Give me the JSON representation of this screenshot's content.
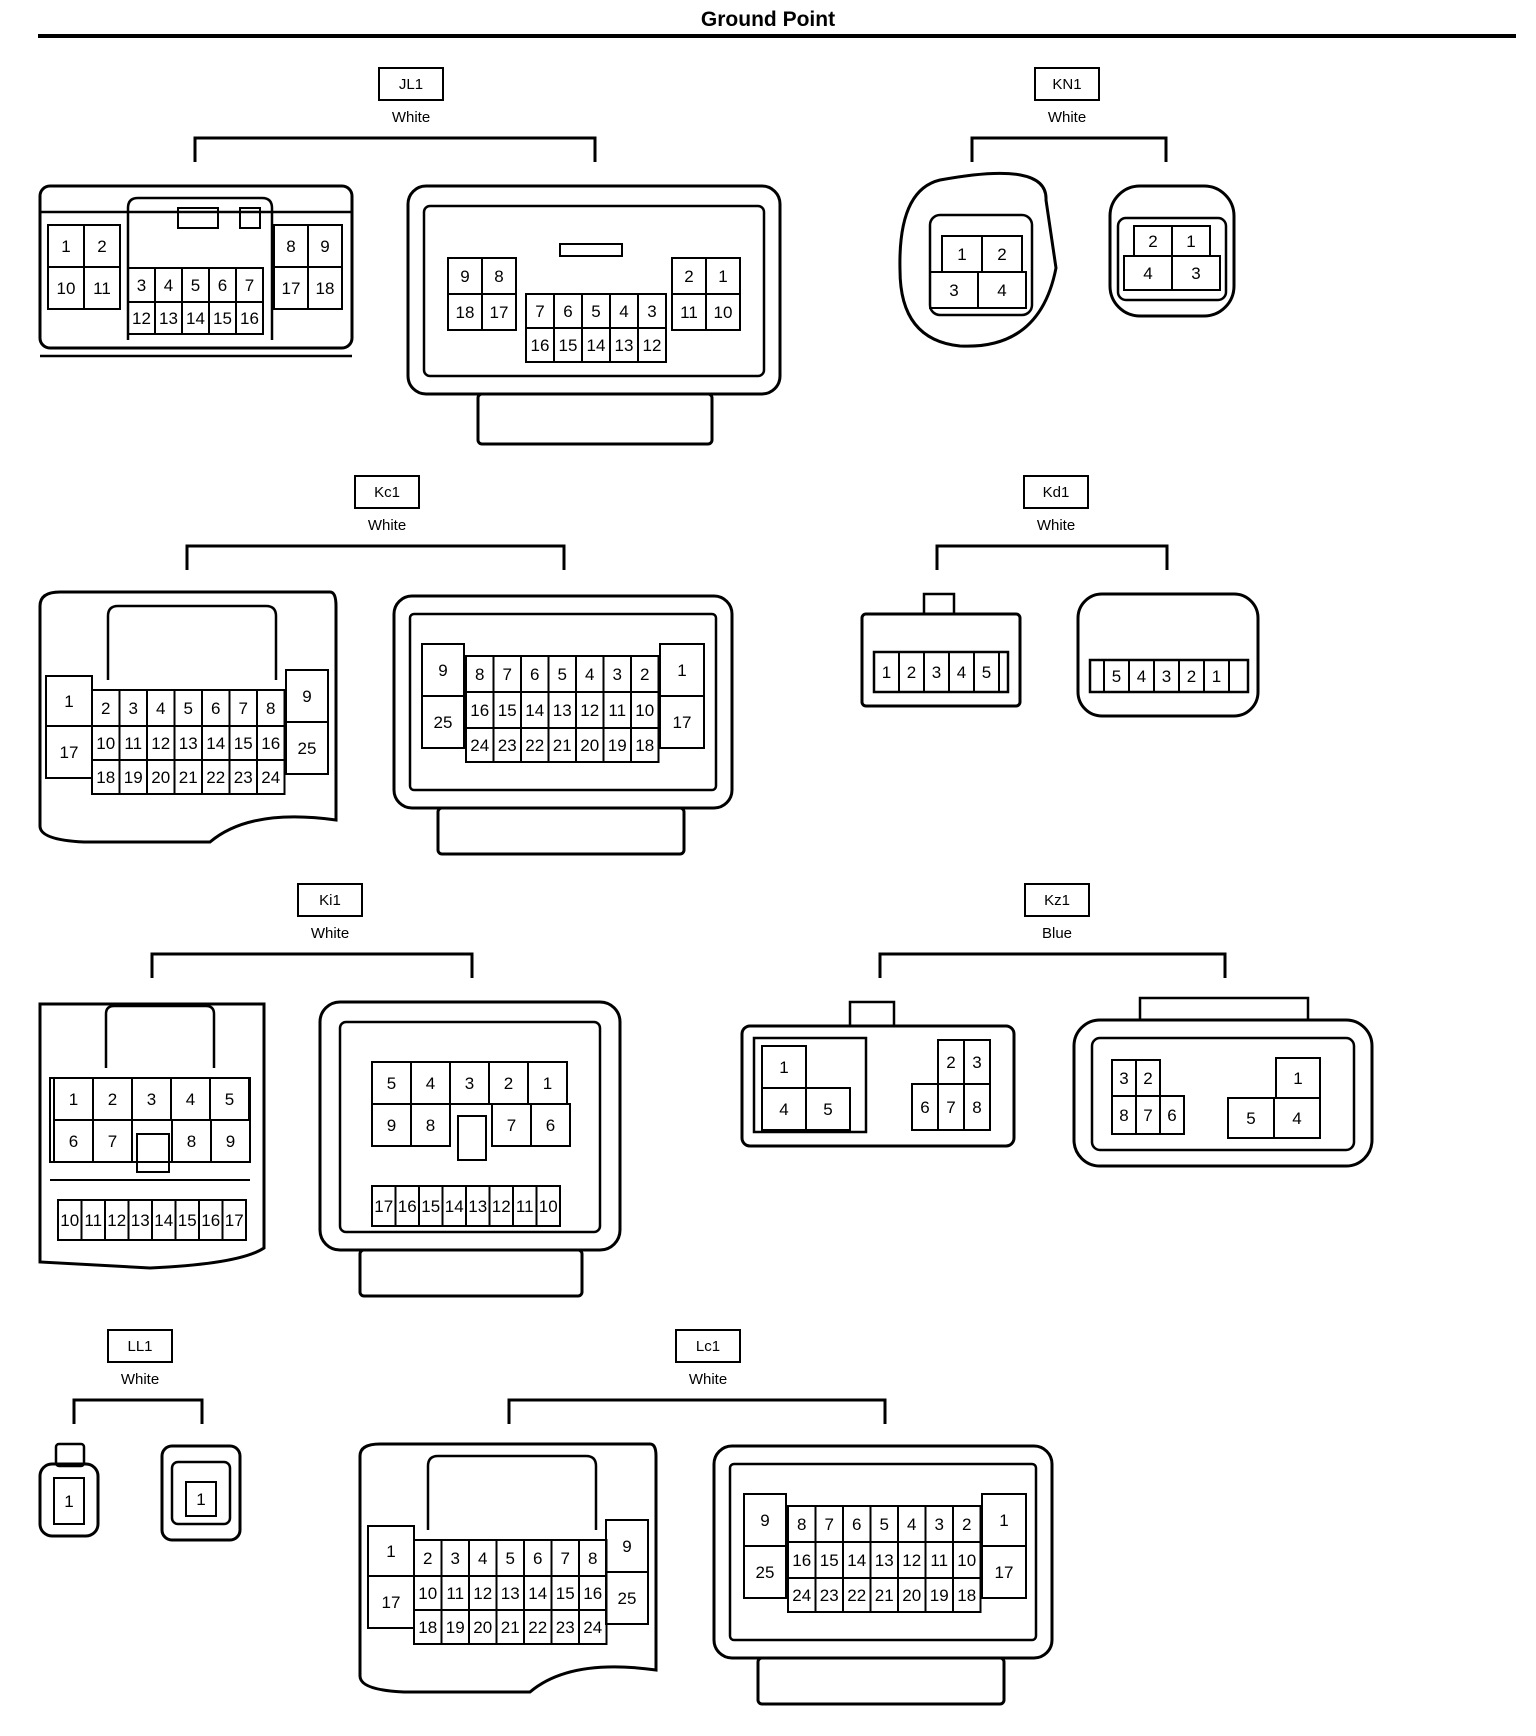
{
  "title": "Ground Point",
  "connectors": [
    {
      "id": "JL1",
      "color": "White",
      "male": [
        "1",
        "2",
        "10",
        "11",
        "3",
        "4",
        "5",
        "6",
        "7",
        "12",
        "13",
        "14",
        "15",
        "16",
        "8",
        "9",
        "17",
        "18"
      ],
      "female": [
        "9",
        "8",
        "18",
        "17",
        "7",
        "6",
        "5",
        "4",
        "3",
        "16",
        "15",
        "14",
        "13",
        "12",
        "2",
        "1",
        "11",
        "10"
      ]
    },
    {
      "id": "KN1",
      "color": "White",
      "male": [
        "1",
        "2",
        "3",
        "4"
      ],
      "female": [
        "2",
        "1",
        "4",
        "3"
      ]
    },
    {
      "id": "Kc1",
      "color": "White",
      "male": [
        "1",
        "17",
        "2",
        "3",
        "4",
        "5",
        "6",
        "7",
        "8",
        "10",
        "11",
        "12",
        "13",
        "14",
        "15",
        "16",
        "18",
        "19",
        "20",
        "21",
        "22",
        "23",
        "24",
        "9",
        "25"
      ],
      "female": [
        "9",
        "25",
        "8",
        "7",
        "6",
        "5",
        "4",
        "3",
        "2",
        "16",
        "15",
        "14",
        "13",
        "12",
        "11",
        "10",
        "24",
        "23",
        "22",
        "21",
        "20",
        "19",
        "18",
        "1",
        "17"
      ]
    },
    {
      "id": "Kd1",
      "color": "White",
      "male": [
        "1",
        "2",
        "3",
        "4",
        "5"
      ],
      "female": [
        "5",
        "4",
        "3",
        "2",
        "1"
      ]
    },
    {
      "id": "Ki1",
      "color": "White",
      "male": [
        "1",
        "2",
        "3",
        "4",
        "5",
        "6",
        "7",
        "8",
        "9",
        "10",
        "11",
        "12",
        "13",
        "14",
        "15",
        "16",
        "17"
      ],
      "female": [
        "5",
        "4",
        "3",
        "2",
        "1",
        "9",
        "8",
        "7",
        "6",
        "17",
        "16",
        "15",
        "14",
        "13",
        "12",
        "11",
        "10"
      ]
    },
    {
      "id": "Kz1",
      "color": "Blue",
      "male": [
        "1",
        "4",
        "5",
        "2",
        "3",
        "6",
        "7",
        "8"
      ],
      "female": [
        "3",
        "2",
        "8",
        "7",
        "6",
        "1",
        "5",
        "4"
      ]
    },
    {
      "id": "LL1",
      "color": "White",
      "male": [
        "1"
      ],
      "female": [
        "1"
      ]
    },
    {
      "id": "Lc1",
      "color": "White",
      "male": [
        "1",
        "17",
        "2",
        "3",
        "4",
        "5",
        "6",
        "7",
        "8",
        "10",
        "11",
        "12",
        "13",
        "14",
        "15",
        "16",
        "18",
        "19",
        "20",
        "21",
        "22",
        "23",
        "24",
        "9",
        "25"
      ],
      "female": [
        "9",
        "25",
        "8",
        "7",
        "6",
        "5",
        "4",
        "3",
        "2",
        "16",
        "15",
        "14",
        "13",
        "12",
        "11",
        "10",
        "24",
        "23",
        "22",
        "21",
        "20",
        "19",
        "18",
        "1",
        "17"
      ]
    }
  ]
}
